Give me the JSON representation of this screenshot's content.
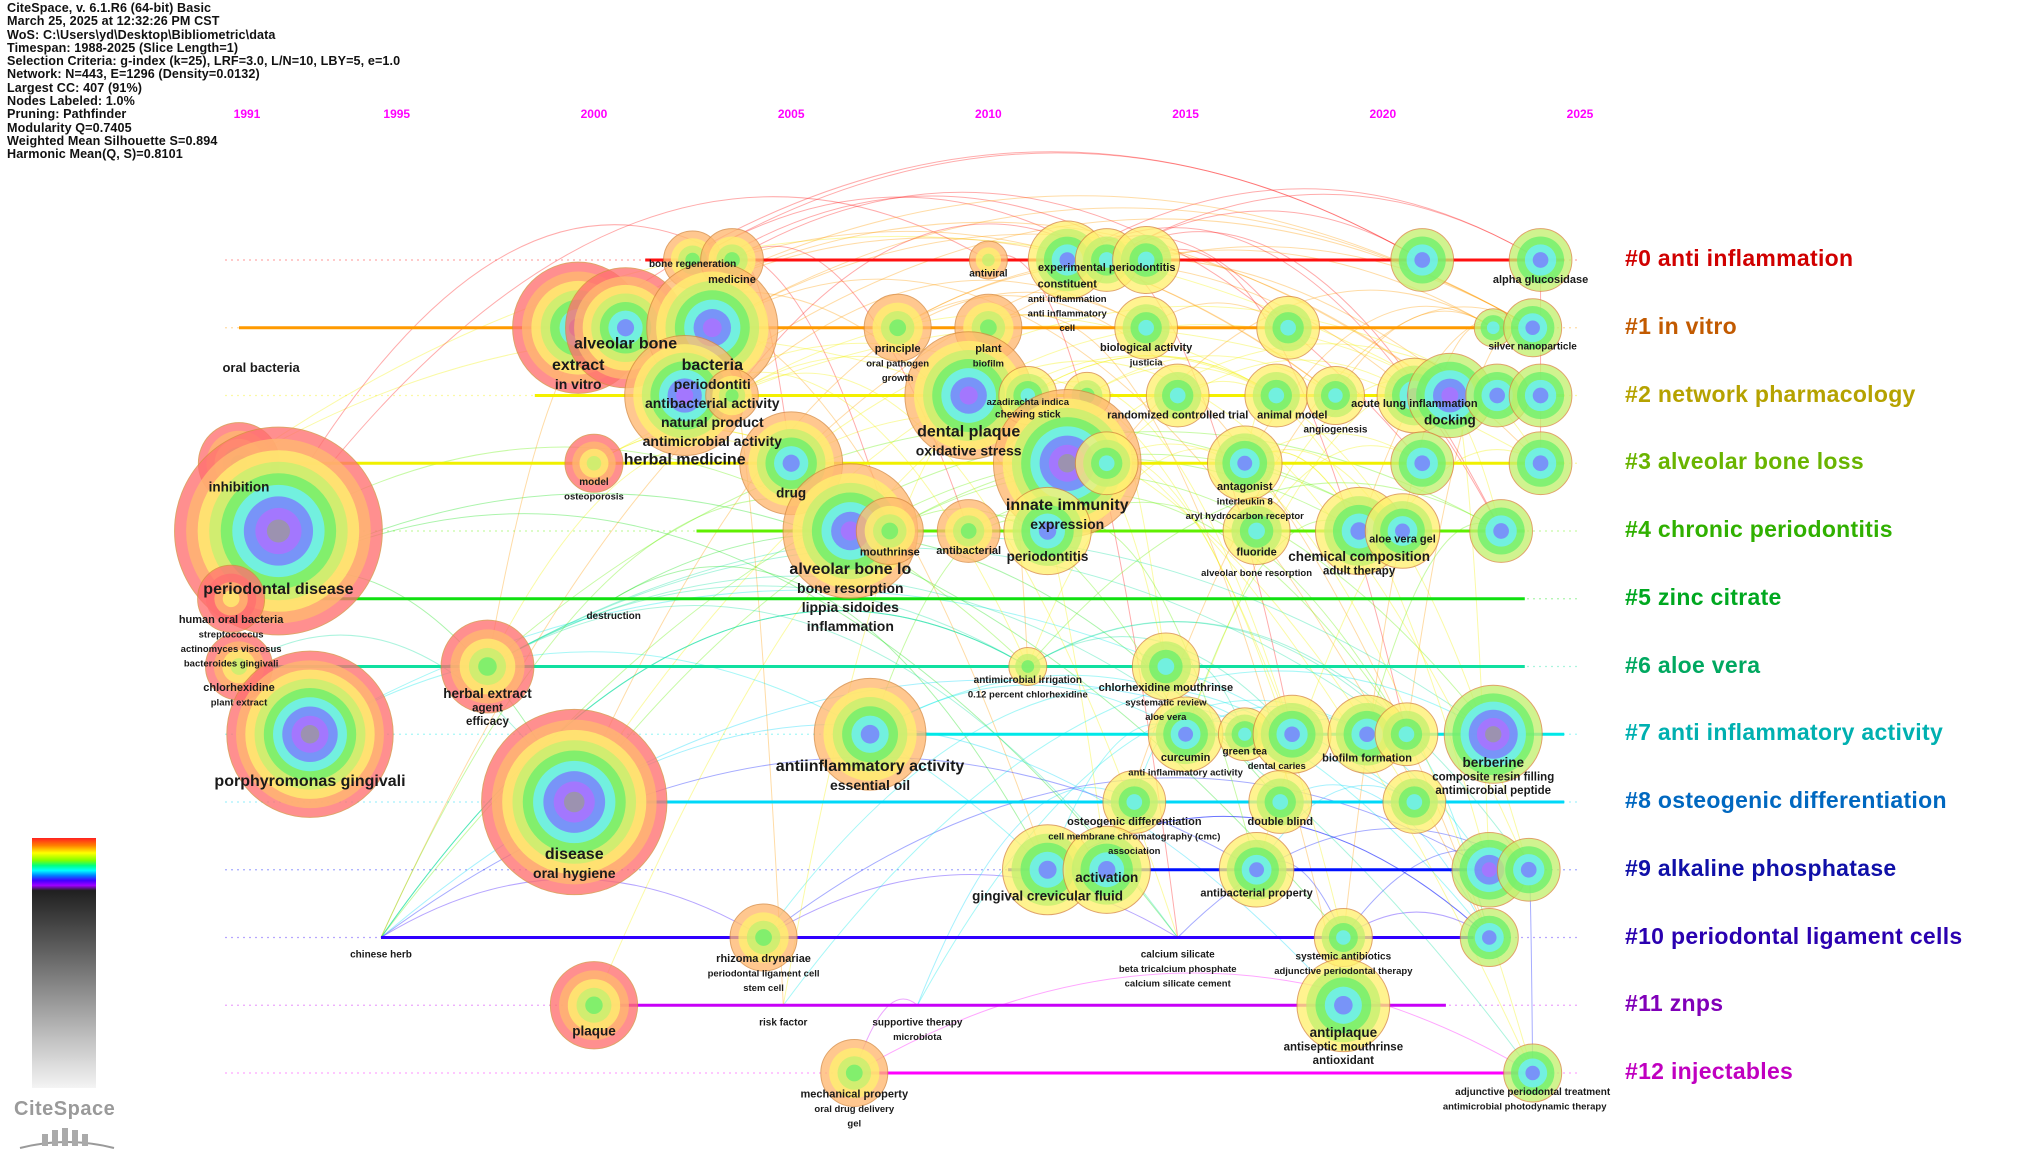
{
  "meta": [
    "CiteSpace, v. 6.1.R6 (64-bit) Basic",
    "March 25, 2025 at 12:32:26 PM CST",
    "WoS: C:\\Users\\yd\\Desktop\\Bibliometric\\data",
    "Timespan: 1988-2025 (Slice Length=1)",
    "Selection Criteria: g-index (k=25), LRF=3.0, L/N=10, LBY=5, e=1.0",
    "Network: N=443, E=1296 (Density=0.0132)",
    "Largest CC: 407 (91%)",
    "Nodes Labeled: 1.0%",
    "Pruning: Pathfinder",
    "Modularity Q=0.7405",
    "Weighted Mean Silhouette S=0.894",
    "Harmonic Mean(Q, S)=0.8101"
  ],
  "logo_text": "CiteSpace",
  "chart_data": {
    "type": "timeline",
    "x_ticks": [
      1991,
      1995,
      2000,
      2005,
      2010,
      2015,
      2020,
      2025
    ],
    "x_range": [
      1991,
      2025
    ],
    "tick_color": "#ff00ff",
    "clusters": [
      {
        "id": "#0",
        "name": "anti inflammation",
        "label": "#0 anti inflammation",
        "color": "#d00000",
        "line": "#ff1010",
        "start": 2001.3,
        "end": 2024.6
      },
      {
        "id": "#1",
        "name": "in vitro",
        "label": "#1 in vitro",
        "color": "#c25a00",
        "line": "#ff9a00",
        "start": 1991,
        "end": 2023.6
      },
      {
        "id": "#2",
        "name": "network pharmacology",
        "label": "#2 network pharmacology",
        "color": "#b5a200",
        "line": "#f4f000",
        "start": 1998.5,
        "end": 2024.6
      },
      {
        "id": "#3",
        "name": "alveolar bone loss",
        "label": "#3 alveolar bone loss",
        "color": "#6ab400",
        "line": "#f0f000",
        "start": 1991,
        "end": 2024.6
      },
      {
        "id": "#4",
        "name": "chronic periodontitis",
        "label": "#4 chronic periodontitis",
        "color": "#30b000",
        "line": "#60f000",
        "start": 2002.6,
        "end": 2023.6
      },
      {
        "id": "#5",
        "name": "zinc citrate",
        "label": "#5 zinc citrate",
        "color": "#00a820",
        "line": "#10e010",
        "start": 1991,
        "end": 2023.6
      },
      {
        "id": "#6",
        "name": "aloe vera",
        "label": "#6 aloe vera",
        "color": "#00a860",
        "line": "#10e0a0",
        "start": 1991,
        "end": 2023.6
      },
      {
        "id": "#7",
        "name": "anti inflammatory activity",
        "label": "#7 anti inflammatory activity",
        "color": "#00b0b0",
        "line": "#00e8e8",
        "start": 2006.6,
        "end": 2024.6
      },
      {
        "id": "#8",
        "name": "osteogenic differentiation",
        "label": "#8 osteogenic differentiation",
        "color": "#0068c0",
        "line": "#00d8f8",
        "start": 1999.4,
        "end": 2024.6
      },
      {
        "id": "#9",
        "name": "alkaline phosphatase",
        "label": "#9 alkaline phosphatase",
        "color": "#1010a8",
        "line": "#0010ff",
        "start": 2010.5,
        "end": 2023.6
      },
      {
        "id": "#10",
        "name": "periodontal ligament cells",
        "label": "#10 periodontal ligament cells",
        "color": "#2a00b0",
        "line": "#3000ff",
        "start": 1994.6,
        "end": 2022.3
      },
      {
        "id": "#11",
        "name": "znps",
        "label": "#11 znps",
        "color": "#8000b8",
        "line": "#c800f8",
        "start": 1999.6,
        "end": 2021.6
      },
      {
        "id": "#12",
        "name": "injectables",
        "label": "#12 injectables",
        "color": "#c000c0",
        "line": "#ff00ff",
        "start": 2006.6,
        "end": 2023.6
      }
    ],
    "nodes": [
      {
        "labels": [
          "bone regeneration"
        ],
        "year": 2002.5,
        "cluster": 0,
        "freq": 4
      },
      {
        "labels": [
          "medicine"
        ],
        "year": 2003.5,
        "cluster": 0,
        "freq": 5
      },
      {
        "labels": [
          "antiviral"
        ],
        "year": 2010,
        "cluster": 0,
        "freq": 1
      },
      {
        "labels": [
          "constituent",
          "anti inflammation",
          "anti inflammatory",
          "cell"
        ],
        "year": 2012,
        "cluster": 0,
        "freq": 9
      },
      {
        "labels": [
          "experimental periodontitis"
        ],
        "year": 2013,
        "cluster": 0,
        "freq": 5
      },
      {
        "labels": [],
        "year": 2014,
        "cluster": 0,
        "freq": 6
      },
      {
        "labels": [],
        "year": 2021,
        "cluster": 0,
        "freq": 5
      },
      {
        "labels": [
          "alpha glucosidase"
        ],
        "year": 2024,
        "cluster": 0,
        "freq": 5
      },
      {
        "labels": [
          "extract",
          "in vitro"
        ],
        "year": 1999.6,
        "cluster": 1,
        "freq": 32
      },
      {
        "labels": [
          "alveolar bone"
        ],
        "year": 2000.8,
        "cluster": 1,
        "freq": 26
      },
      {
        "labels": [
          "bacteria",
          "periodontiti",
          "antibacterial activity",
          "natural product",
          "antimicrobial activity"
        ],
        "year": 2003,
        "cluster": 1,
        "freq": 32
      },
      {
        "labels": [
          "principle",
          "oral pathogen",
          "growth"
        ],
        "year": 2007.7,
        "cluster": 1,
        "freq": 6
      },
      {
        "labels": [
          "plant",
          "biofilm"
        ],
        "year": 2010,
        "cluster": 1,
        "freq": 6
      },
      {
        "labels": [
          "biological activity",
          "justicia"
        ],
        "year": 2014,
        "cluster": 1,
        "freq": 5
      },
      {
        "labels": [],
        "year": 2017.6,
        "cluster": 1,
        "freq": 5
      },
      {
        "labels": [],
        "year": 2022.8,
        "cluster": 1,
        "freq": 1
      },
      {
        "labels": [
          "silver nanoparticle"
        ],
        "year": 2023.8,
        "cluster": 1,
        "freq": 4
      },
      {
        "labels": [
          "herbal medicine"
        ],
        "year": 2002.3,
        "cluster": 2,
        "freq": 26
      },
      {
        "labels": [],
        "year": 2003.5,
        "cluster": 2,
        "freq": 3
      },
      {
        "labels": [
          "dental plaque",
          "oxidative stress"
        ],
        "year": 2009.5,
        "cluster": 2,
        "freq": 30
      },
      {
        "labels": [
          "chewing stick",
          "azadirachta indica"
        ],
        "year": 2011,
        "cluster": 2,
        "freq": 4
      },
      {
        "labels": [],
        "year": 2012.5,
        "cluster": 2,
        "freq": 2
      },
      {
        "labels": [
          "randomized controlled trial"
        ],
        "year": 2014.8,
        "cluster": 2,
        "freq": 5
      },
      {
        "labels": [
          "animal model"
        ],
        "year": 2017.3,
        "cluster": 2,
        "freq": 5
      },
      {
        "labels": [
          "angiogenesis"
        ],
        "year": 2018.8,
        "cluster": 2,
        "freq": 4
      },
      {
        "labels": [
          "acute lung inflammation"
        ],
        "year": 2020.8,
        "cluster": 2,
        "freq": 8
      },
      {
        "labels": [
          "docking"
        ],
        "year": 2021.7,
        "cluster": 2,
        "freq": 11
      },
      {
        "labels": [],
        "year": 2022.9,
        "cluster": 2,
        "freq": 5
      },
      {
        "labels": [],
        "year": 2024,
        "cluster": 2,
        "freq": 5
      },
      {
        "labels": [
          "inhibition"
        ],
        "year": 1991,
        "cluster": 3,
        "freq": 10
      },
      {
        "labels": [
          "model",
          "osteoporosis"
        ],
        "year": 2000,
        "cluster": 3,
        "freq": 4
      },
      {
        "labels": [
          "drug"
        ],
        "year": 2005,
        "cluster": 3,
        "freq": 18
      },
      {
        "labels": [
          "innate immunity",
          "expression"
        ],
        "year": 2012,
        "cluster": 3,
        "freq": 42
      },
      {
        "labels": [],
        "year": 2013,
        "cluster": 3,
        "freq": 5
      },
      {
        "labels": [
          "antagonist",
          "interleukin 8",
          "aryl hydrocarbon receptor"
        ],
        "year": 2016.5,
        "cluster": 3,
        "freq": 8
      },
      {
        "labels": [],
        "year": 2021,
        "cluster": 3,
        "freq": 5
      },
      {
        "labels": [],
        "year": 2024,
        "cluster": 3,
        "freq": 5
      },
      {
        "labels": [
          "periodontal disease"
        ],
        "year": 1992,
        "cluster": 4,
        "freq": 90
      },
      {
        "labels": [
          "alveolar bone lo",
          "bone resorption",
          "lippia sidoides",
          "inflammation"
        ],
        "year": 2006.5,
        "cluster": 4,
        "freq": 34
      },
      {
        "labels": [
          "mouthrinse"
        ],
        "year": 2007.5,
        "cluster": 4,
        "freq": 6
      },
      {
        "labels": [
          "antibacterial"
        ],
        "year": 2009.5,
        "cluster": 4,
        "freq": 5
      },
      {
        "labels": [
          "periodontitis"
        ],
        "year": 2011.5,
        "cluster": 4,
        "freq": 12
      },
      {
        "labels": [
          "fluoride",
          "alveolar bone resorption"
        ],
        "year": 2016.8,
        "cluster": 4,
        "freq": 6
      },
      {
        "labels": [
          "chemical composition",
          "adult therapy"
        ],
        "year": 2019.4,
        "cluster": 4,
        "freq": 12
      },
      {
        "labels": [
          "aloe vera gel"
        ],
        "year": 2020.5,
        "cluster": 4,
        "freq": 8
      },
      {
        "labels": [],
        "year": 2023,
        "cluster": 4,
        "freq": 5
      },
      {
        "labels": [
          "human oral bacteria",
          "streptococcus",
          "actinomyces viscosus",
          "bacteroides gingivali"
        ],
        "year": 1990.8,
        "cluster": 5,
        "freq": 6
      },
      {
        "labels": [
          "destruction"
        ],
        "year": 2000.5,
        "cluster": 5,
        "freq": 0
      },
      {
        "labels": [
          "chlorhexidine",
          "plant extract"
        ],
        "year": 1991,
        "cluster": 6,
        "freq": 6
      },
      {
        "labels": [
          "herbal extract",
          "agent",
          "efficacy"
        ],
        "year": 1997.3,
        "cluster": 6,
        "freq": 14
      },
      {
        "labels": [
          "antimicrobial irrigation",
          "0.12 percent chlorhexidine"
        ],
        "year": 2011,
        "cluster": 6,
        "freq": 1
      },
      {
        "labels": [
          "chlorhexidine mouthrinse",
          "systematic review",
          "aloe vera"
        ],
        "year": 2014.5,
        "cluster": 6,
        "freq": 6
      },
      {
        "labels": [
          "porphyromonas gingivali"
        ],
        "year": 1992.8,
        "cluster": 7,
        "freq": 55
      },
      {
        "labels": [
          "antiinflammatory activity",
          "essential oil"
        ],
        "year": 2007,
        "cluster": 7,
        "freq": 22
      },
      {
        "labels": [
          "curcumin",
          "anti inflammatory activity"
        ],
        "year": 2015,
        "cluster": 7,
        "freq": 8
      },
      {
        "labels": [
          "green tea",
          "dental caries"
        ],
        "year": 2016.5,
        "cluster": 7,
        "freq": 3
      },
      {
        "labels": [],
        "year": 2017.7,
        "cluster": 7,
        "freq": 9
      },
      {
        "labels": [
          "biofilm formation"
        ],
        "year": 2019.6,
        "cluster": 7,
        "freq": 9
      },
      {
        "labels": [],
        "year": 2020.6,
        "cluster": 7,
        "freq": 5
      },
      {
        "labels": [
          "berberine",
          "composite resin filling",
          "antimicrobial peptide"
        ],
        "year": 2022.8,
        "cluster": 7,
        "freq": 16
      },
      {
        "labels": [
          "disease",
          "oral hygiene"
        ],
        "year": 1999.5,
        "cluster": 8,
        "freq": 70
      },
      {
        "labels": [
          "osteogenic differentiation",
          "cell membrane chromatography (cmc)",
          "association"
        ],
        "year": 2013.7,
        "cluster": 8,
        "freq": 5
      },
      {
        "labels": [
          "double blind"
        ],
        "year": 2017.4,
        "cluster": 8,
        "freq": 5
      },
      {
        "labels": [],
        "year": 2020.8,
        "cluster": 8,
        "freq": 5
      },
      {
        "labels": [
          "gingival crevicular fluid"
        ],
        "year": 2011.5,
        "cluster": 9,
        "freq": 13
      },
      {
        "labels": [
          "activation"
        ],
        "year": 2013,
        "cluster": 9,
        "freq": 12
      },
      {
        "labels": [
          "antibacterial property"
        ],
        "year": 2016.8,
        "cluster": 9,
        "freq": 8
      },
      {
        "labels": [],
        "year": 2022.7,
        "cluster": 9,
        "freq": 8
      },
      {
        "labels": [],
        "year": 2023.7,
        "cluster": 9,
        "freq": 5
      },
      {
        "labels": [
          "chinese herb"
        ],
        "year": 1994.6,
        "cluster": 10,
        "freq": 0
      },
      {
        "labels": [
          "rhizoma drynariae",
          "periodontal ligament cell",
          "stem cell"
        ],
        "year": 2004.3,
        "cluster": 10,
        "freq": 6
      },
      {
        "labels": [
          "calcium silicate",
          "beta tricalcium phosphate",
          "calcium silicate cement"
        ],
        "year": 2014.8,
        "cluster": 10,
        "freq": 0
      },
      {
        "labels": [
          "systemic antibiotics",
          "adjunctive periodontal therapy"
        ],
        "year": 2019,
        "cluster": 10,
        "freq": 4
      },
      {
        "labels": [],
        "year": 2022.7,
        "cluster": 10,
        "freq": 4
      },
      {
        "labels": [
          "plaque"
        ],
        "year": 2000,
        "cluster": 11,
        "freq": 12
      },
      {
        "labels": [
          "risk factor"
        ],
        "year": 2004.8,
        "cluster": 11,
        "freq": 0
      },
      {
        "labels": [
          "supportive therapy",
          "microbiota"
        ],
        "year": 2008.2,
        "cluster": 11,
        "freq": 0
      },
      {
        "labels": [
          "antiplaque",
          "antiseptic mouthrinse",
          "antioxidant"
        ],
        "year": 2019,
        "cluster": 11,
        "freq": 14
      },
      {
        "labels": [
          "mechanical property",
          "oral drug delivery",
          "gel"
        ],
        "year": 2006.6,
        "cluster": 12,
        "freq": 6
      },
      {
        "labels": [
          "adjunctive periodontal treatment",
          "antimicrobial photodynamic therapy"
        ],
        "year": 2023.8,
        "cluster": 12,
        "freq": 4
      }
    ],
    "extra_labels": [
      {
        "text": "oral bacteria",
        "year": 1990.8,
        "cluster": 1.65
      }
    ]
  }
}
